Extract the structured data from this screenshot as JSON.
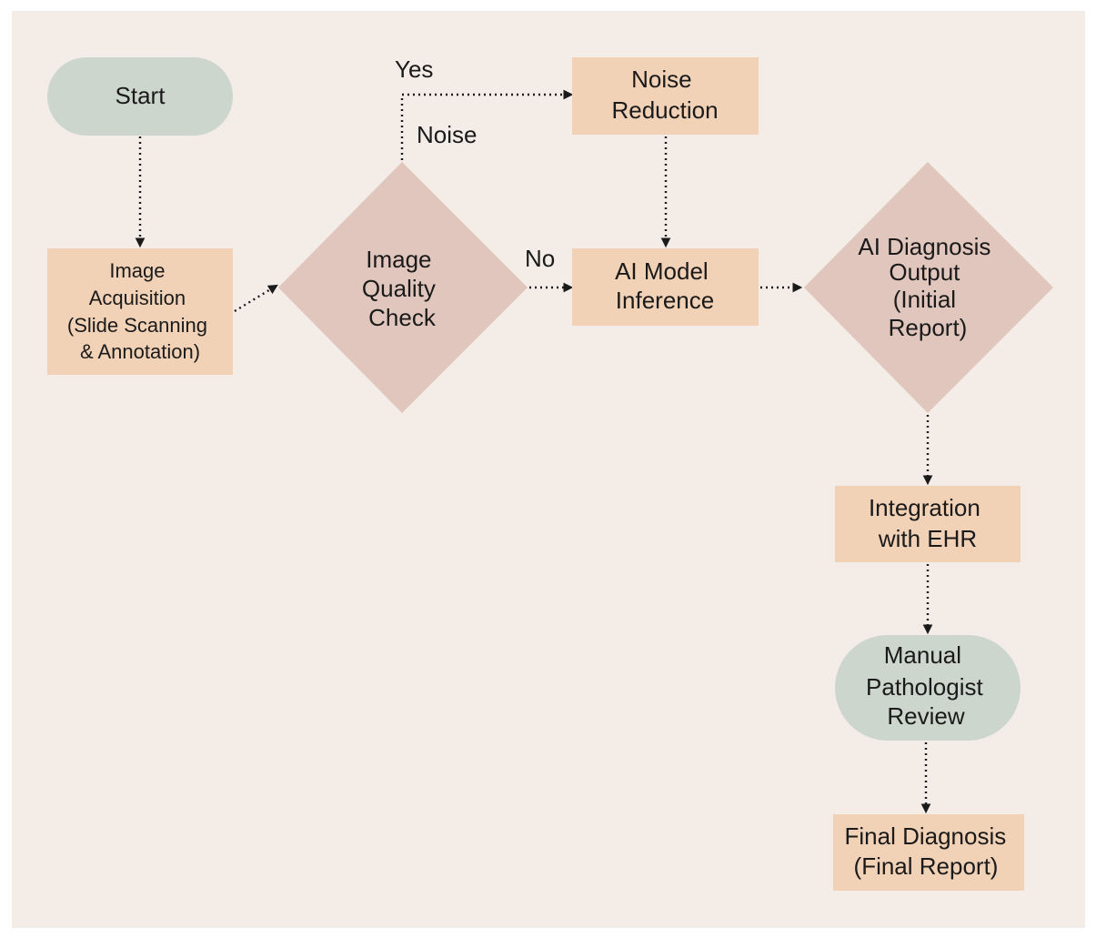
{
  "colors": {
    "background": "#f4ece7",
    "terminal": "#cdd6cd",
    "process": "#f2d2b7",
    "decision": "#e0c6bc",
    "text": "#1a1a1a"
  },
  "nodes": {
    "start": {
      "lines": [
        "Start"
      ]
    },
    "image_acquisition": {
      "lines": [
        "Image",
        "Acquisition",
        "(Slide Scanning",
        "& Annotation)"
      ]
    },
    "image_quality_check": {
      "lines": [
        "Image",
        "Quality",
        "Check"
      ]
    },
    "noise_reduction": {
      "lines": [
        "Noise",
        "Reduction"
      ]
    },
    "ai_model_inference": {
      "lines": [
        "AI Model",
        "Inference"
      ]
    },
    "ai_diagnosis_output": {
      "lines": [
        "AI Diagnosis",
        "Output",
        "(Initial",
        "Report)"
      ]
    },
    "integration_ehr": {
      "lines": [
        "Integration",
        "with EHR"
      ]
    },
    "manual_review": {
      "lines": [
        "Manual",
        "Pathologist",
        "Review"
      ]
    },
    "final_diagnosis": {
      "lines": [
        "Final Diagnosis",
        "(Final Report)"
      ]
    }
  },
  "edge_labels": {
    "yes": "Yes",
    "noise": "Noise",
    "no": "No"
  }
}
